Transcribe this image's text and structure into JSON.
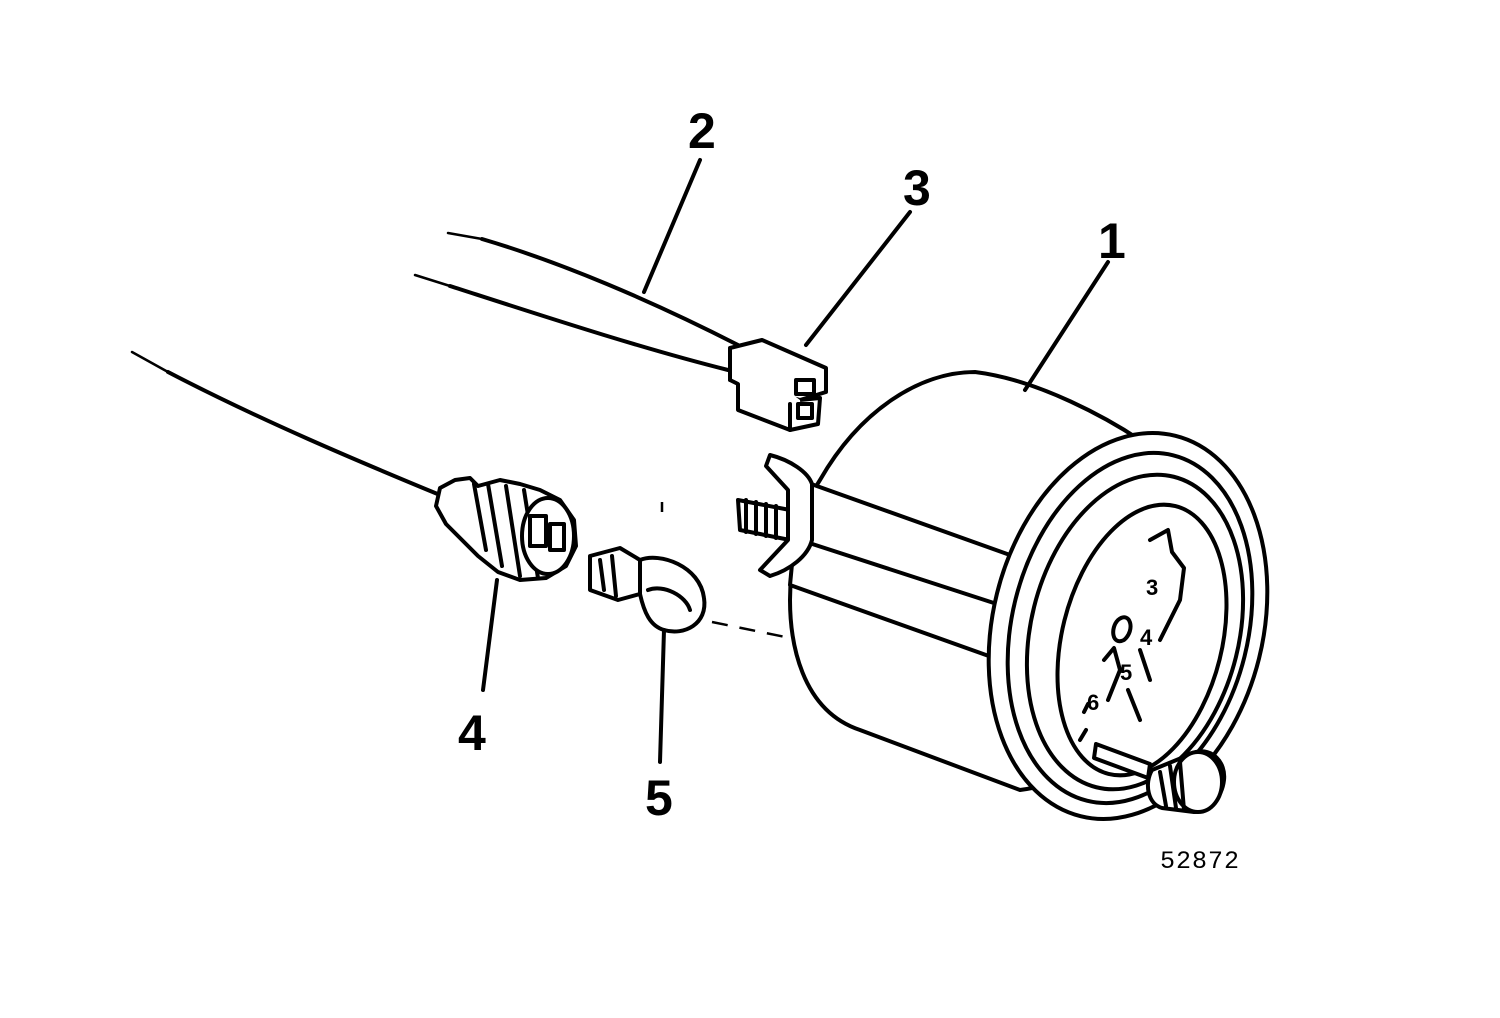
{
  "callouts": {
    "part_1": "1",
    "part_2": "2",
    "part_3": "3",
    "part_4": "4",
    "part_5": "5"
  },
  "gauge_scale": {
    "mark_3": "3",
    "mark_4": "4",
    "mark_5": "5",
    "mark_6": "6"
  },
  "figure_number": "52872"
}
